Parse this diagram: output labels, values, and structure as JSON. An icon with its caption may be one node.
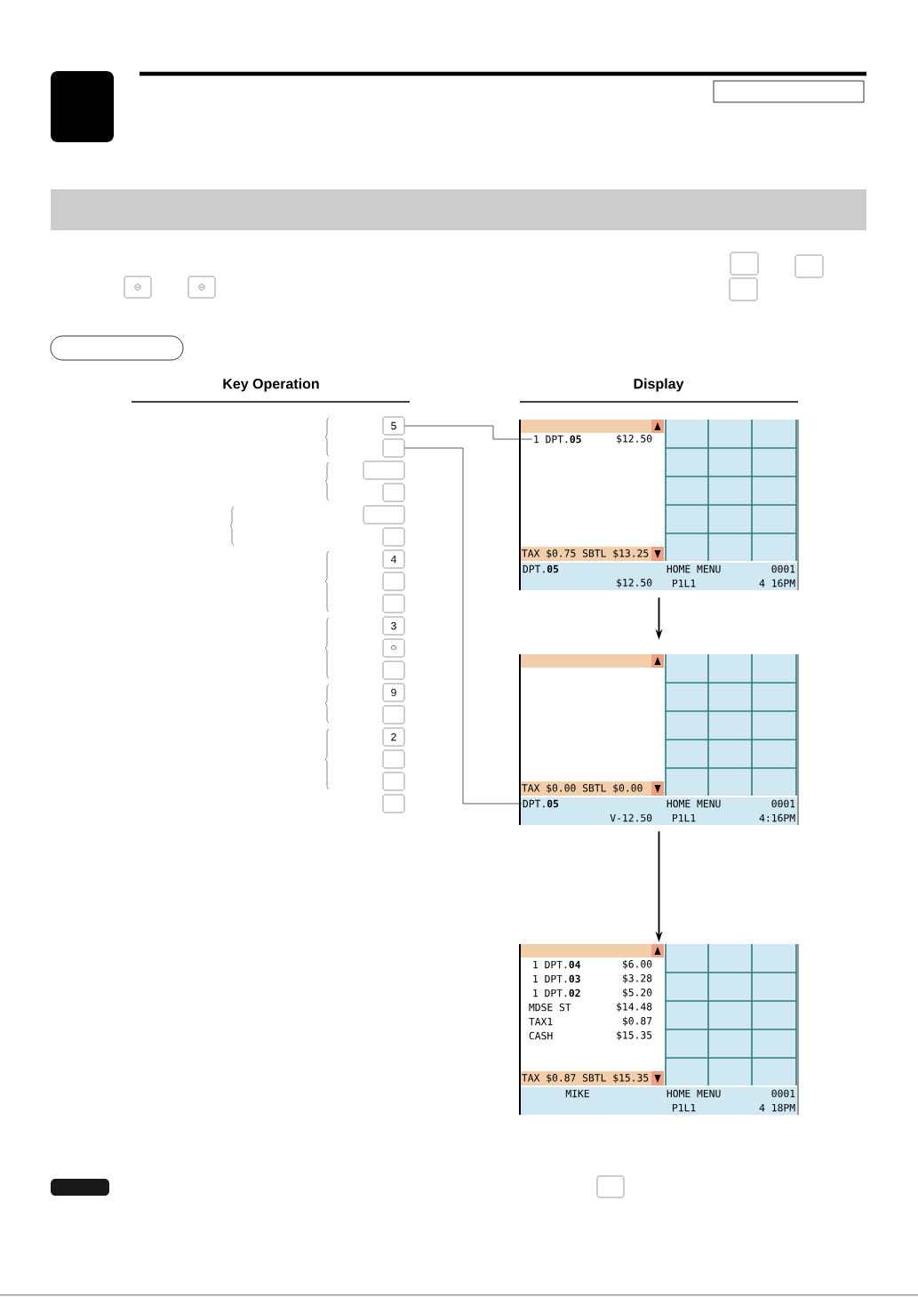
{
  "diagram": {
    "nodes": [
      {
        "text": [
          "5"
        ]
      },
      {
        "text": [],
        "shape": "box"
      },
      {
        "text": [],
        "shape": "box"
      },
      {
        "text": [],
        "shape": "box"
      },
      {
        "text": [],
        "shape": "box"
      },
      {
        "text": [],
        "shape": "box"
      },
      {
        "text": [
          "4"
        ]
      },
      {
        "text": [],
        "shape": "box"
      },
      {
        "text": [],
        "shape": "box"
      },
      {
        "text": [
          "3"
        ]
      },
      {
        "text": [
          "○"
        ]
      },
      {
        "text": [],
        "shape": "box"
      },
      {
        "text": [
          "9"
        ]
      },
      {
        "text": [],
        "shape": "box"
      },
      {
        "text": [
          "2"
        ]
      },
      {
        "text": [],
        "shape": "box"
      },
      {
        "text": [],
        "shape": "box"
      },
      {
        "text": [],
        "shape": "box"
      },
      {
        "text": [
          "TAX $0.75 SBTL $13.25",
          "DPT.**05**",
          "$12.50",
          "HOME MENU",
          "0001",
          "P1L1",
          "4 16PM"
        ]
      },
      {
        "text": [
          "1 DPT.**05**"
        ],
        "beside": [
          "$12.50"
        ],
        "in": 18
      },
      {
        "text": [
          "TAX $0.00 SBTL $0.00",
          "V-12.50",
          "HOME MENU",
          "0001",
          "P1L1",
          "4:16PM"
        ]
      },
      {
        "text": [
          "DPT.**05**"
        ],
        "in": 20
      },
      {
        "text": [
          "1 DPT.**04**",
          "$6.00",
          "1 DPT.**03**",
          "$3.28",
          "1 DPT.**02**",
          "$5.20",
          "MDSE ST",
          "$14.48",
          "TAX1",
          "$0.87",
          "CASH",
          "$15.35",
          "TAX $0.87 SBTL $15.35",
          "MIKE",
          "HOME MENU",
          "0001",
          "P1L1",
          "4 18PM"
        ]
      },
      {
        "text": [],
        "shape": "box"
      },
      {
        "text": [],
        "shape": "bar"
      },
      {
        "text": [],
        "shape": "box"
      },
      {
        "text": [],
        "shape": "box"
      }
    ],
    "edges": [
      {
        "from": 0,
        "to": 19,
        "arrow": "none"
      },
      {
        "from": 1,
        "to": 21,
        "arrow": "none"
      },
      {
        "from": 18,
        "to": 20,
        "arrow": "to"
      },
      {
        "from": 20,
        "to": 22,
        "arrow": "to"
      }
    ],
    "labels": [
      "Key Operation",
      "Display"
    ]
  }
}
